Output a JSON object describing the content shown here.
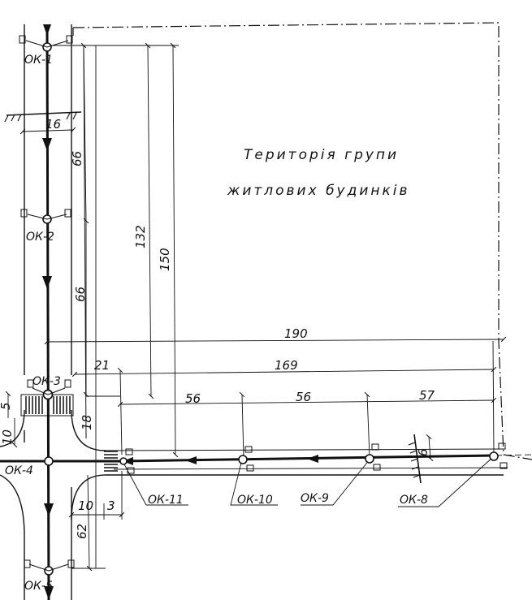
{
  "territory": {
    "line1": "Територія групи",
    "line2": "житлових будинків"
  },
  "wells": {
    "ok1": "ОК-1",
    "ok2": "ОК-2",
    "ok3": "ОК-3",
    "ok4": "ОК-4",
    "ok5": "ОК-5",
    "ok8": "ОК-8",
    "ok9": "ОК-9",
    "ok10": "ОК-10",
    "ok11": "ОК-11"
  },
  "dimensions": {
    "d16": "16",
    "d66a": "66",
    "d66b": "66",
    "d132": "132",
    "d150": "150",
    "d190": "190",
    "d169": "169",
    "d21": "21",
    "d56a": "56",
    "d56b": "56",
    "d57": "57",
    "d18": "18",
    "d10v": "10",
    "d5": "5",
    "d10h": "10",
    "d3": "3",
    "d62": "62",
    "d6": "6"
  },
  "colors": {
    "ink": "#111111",
    "paper": "#ffffff"
  }
}
